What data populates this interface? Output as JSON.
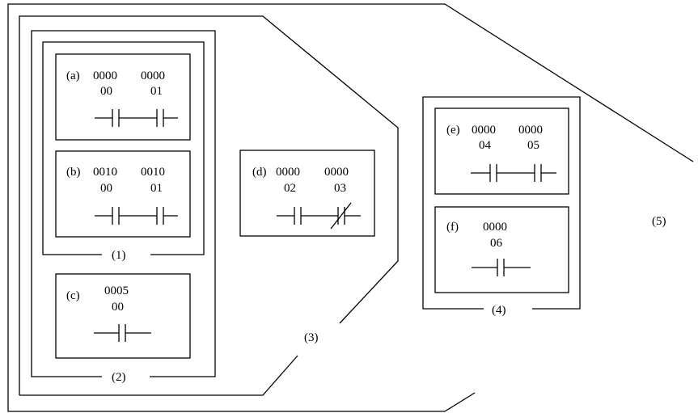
{
  "groups": {
    "g1": "(1)",
    "g2": "(2)",
    "g3": "(3)",
    "g4": "(4)",
    "g5": "(5)"
  },
  "rungs": {
    "a": {
      "tag": "(a)",
      "c1": {
        "word": "0000",
        "bit": "00"
      },
      "c2": {
        "word": "0000",
        "bit": "01"
      },
      "types": [
        "no",
        "no"
      ]
    },
    "b": {
      "tag": "(b)",
      "c1": {
        "word": "0010",
        "bit": "00"
      },
      "c2": {
        "word": "0010",
        "bit": "01"
      },
      "types": [
        "no",
        "no"
      ]
    },
    "c": {
      "tag": "(c)",
      "c1": {
        "word": "0005",
        "bit": "00"
      },
      "types": [
        "no"
      ]
    },
    "d": {
      "tag": "(d)",
      "c1": {
        "word": "0000",
        "bit": "02"
      },
      "c2": {
        "word": "0000",
        "bit": "03"
      },
      "types": [
        "no",
        "nc"
      ]
    },
    "e": {
      "tag": "(e)",
      "c1": {
        "word": "0000",
        "bit": "04"
      },
      "c2": {
        "word": "0000",
        "bit": "05"
      },
      "types": [
        "no",
        "no"
      ]
    },
    "f": {
      "tag": "(f)",
      "c1": {
        "word": "0000",
        "bit": "06"
      },
      "types": [
        "no"
      ]
    }
  }
}
